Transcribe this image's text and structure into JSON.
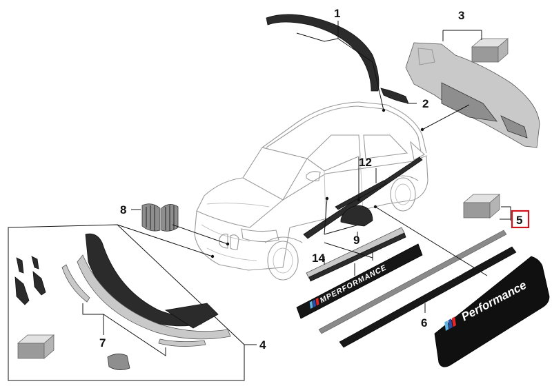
{
  "callouts": {
    "c1": "1",
    "c2": "2",
    "c3": "3",
    "c4": "4",
    "c5": "5",
    "c6": "6",
    "c7": "7",
    "c8": "8",
    "c9": "9",
    "c12": "12",
    "c14": "14"
  },
  "highlight_color": "#d0101a",
  "decals": {
    "sill_text": "MPERFORMANCE",
    "stripe_small": "Performance",
    "stripe_large": "Performance"
  },
  "icons": {
    "kit_box": "kit-box-icon",
    "m_stripes": "m-stripes-icon"
  }
}
